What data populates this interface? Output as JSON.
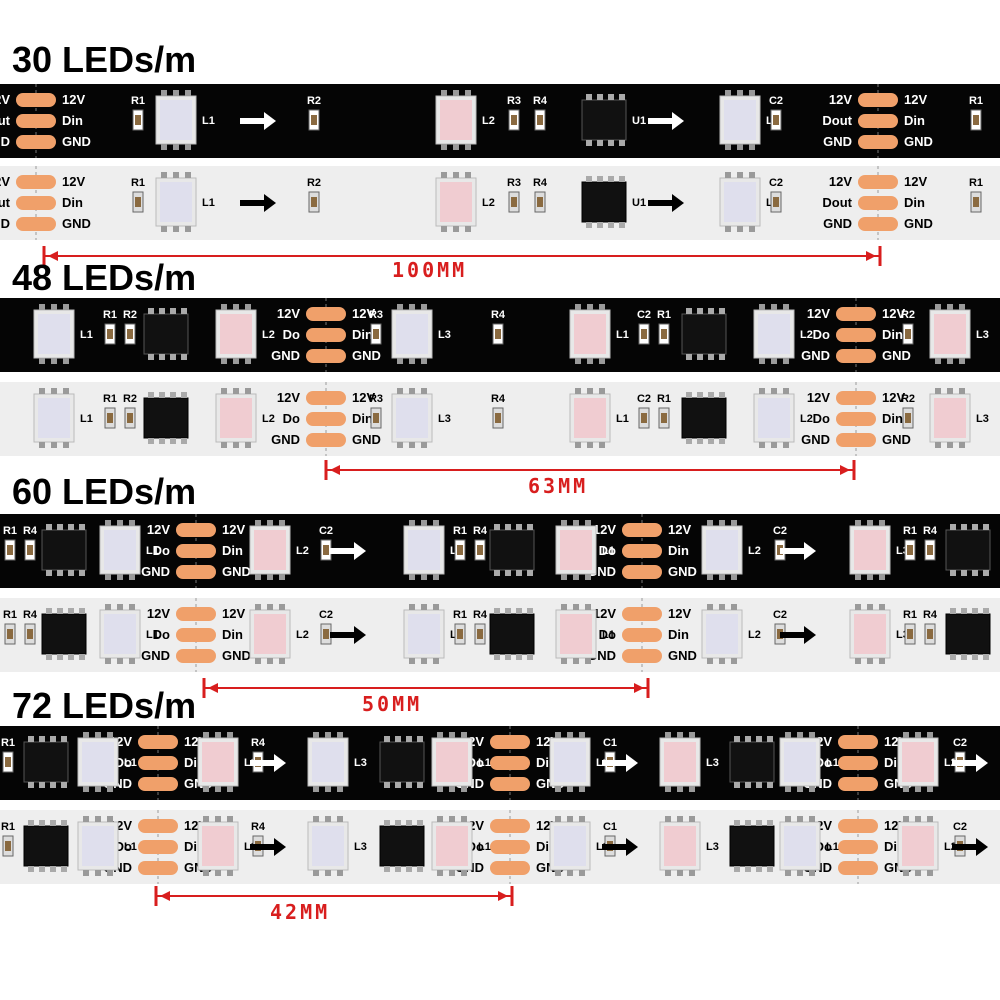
{
  "colors": {
    "black_pcb": "#050505",
    "white_pcb": "#eeeeee",
    "copper_pad": "#f0a06a",
    "measure_red": "#d81e1e",
    "led_body": "#e8e8e8",
    "ic_body": "#111111"
  },
  "sections": [
    {
      "id": "s30",
      "title": "30 LEDs/m",
      "measure": "100MM",
      "pad_labels": [
        "12V",
        "Dout",
        "Din",
        "GND"
      ],
      "components": [
        "R1",
        "R2",
        "R3",
        "R4",
        "C2",
        "U1",
        "L1",
        "L2",
        "L3"
      ]
    },
    {
      "id": "s48",
      "title": "48 LEDs/m",
      "measure": "63MM",
      "pad_labels": [
        "12V",
        "Do",
        "Din",
        "GND"
      ],
      "components": [
        "R1",
        "R2",
        "R3",
        "R4",
        "C2",
        "L1",
        "L2",
        "L3"
      ]
    },
    {
      "id": "s60",
      "title": "60 LEDs/m",
      "measure": "50MM",
      "pad_labels": [
        "12V",
        "Do",
        "Din",
        "GND"
      ],
      "components": [
        "R1",
        "R4",
        "C2",
        "L1",
        "L2",
        "L3"
      ]
    },
    {
      "id": "s72",
      "title": "72 LEDs/m",
      "measure": "42MM",
      "pad_labels": [
        "12V",
        "Do",
        "Din",
        "GND"
      ],
      "components": [
        "R1",
        "R4",
        "C1",
        "C2",
        "L1",
        "L2",
        "L3"
      ]
    }
  ]
}
